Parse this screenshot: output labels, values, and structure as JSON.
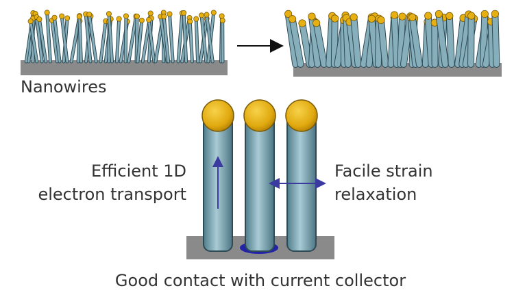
{
  "labels": {
    "nanowires": "Nanowires",
    "transport_line1": "Efficient 1D",
    "transport_line2": "electron transport",
    "strain_line1": "Facile strain",
    "strain_line2": "relaxation",
    "contact": "Good contact with current collector"
  },
  "colors": {
    "wire_fill": "#7ea7b3",
    "wire_stroke": "#2e4a55",
    "cap_fill": "#e7b012",
    "cap_stroke": "#7a5a05",
    "substrate": "#888888",
    "arrow": "#3a3aa0",
    "contact_ring": "#2222aa",
    "text": "#333333"
  },
  "icons": {
    "transport_arrow": "arrow-up-icon",
    "strain_arrow": "double-arrow-horizontal-icon",
    "process_arrow": "arrow-right-icon"
  }
}
